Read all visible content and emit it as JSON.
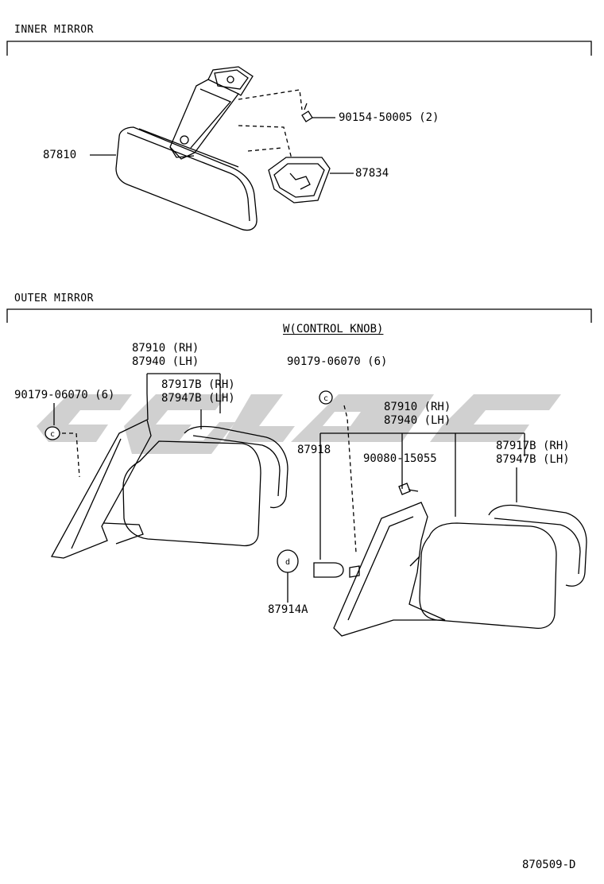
{
  "inner_section": {
    "title": "INNER MIRROR",
    "parts": {
      "mirror": "87810",
      "screw": "90154-50005 (2)",
      "cover": "87834"
    }
  },
  "outer_section": {
    "title": "OUTER MIRROR",
    "variant": "W(CONTROL KNOB)",
    "left": {
      "mirror_rh": "87910 (RH)",
      "mirror_lh": "87940 (LH)",
      "glass_rh": "87917B (RH)",
      "glass_lh": "87947B (LH)",
      "clip": "90179-06070 (6)"
    },
    "right": {
      "clip": "90179-06070 (6)",
      "mirror_rh": "87910 (RH)",
      "mirror_lh": "87940 (LH)",
      "knob": "87918",
      "screw": "90080-15055",
      "glass_rh": "87917B (RH)",
      "glass_lh": "87947B (LH)",
      "knob_cap": "87914A"
    }
  },
  "diagram_code": "870509-D",
  "colors": {
    "line": "#000000",
    "watermark": "#cfcfcf"
  }
}
